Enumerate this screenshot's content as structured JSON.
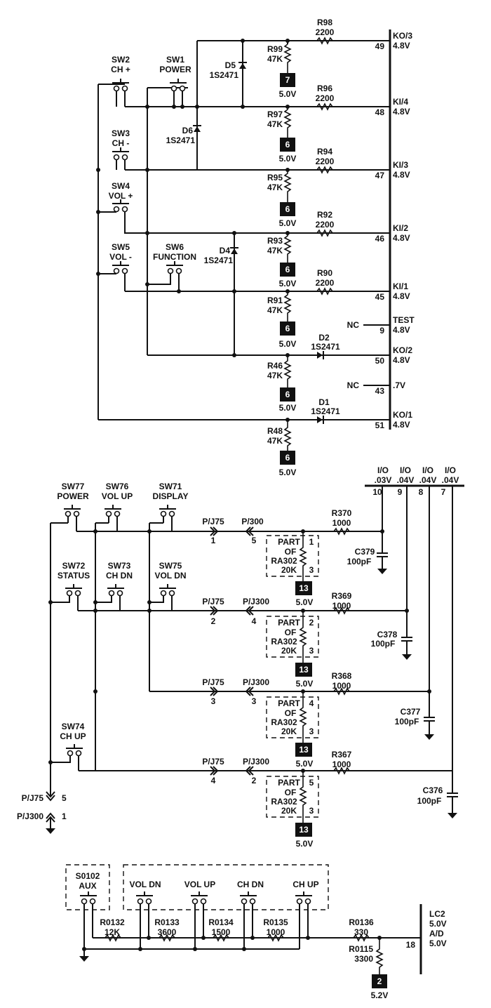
{
  "section1": {
    "switches": [
      {
        "ref": "SW2",
        "name": "CH +"
      },
      {
        "ref": "SW1",
        "name": "POWER"
      },
      {
        "ref": "SW3",
        "name": "CH -"
      },
      {
        "ref": "SW4",
        "name": "VOL +"
      },
      {
        "ref": "SW5",
        "name": "VOL -"
      },
      {
        "ref": "SW6",
        "name": "FUNCTION"
      }
    ],
    "diodes": [
      {
        "ref": "D5",
        "part": "1S2471"
      },
      {
        "ref": "D6",
        "part": "1S2471"
      },
      {
        "ref": "D4",
        "part": "1S2471"
      },
      {
        "ref": "D2",
        "part": "1S2471"
      },
      {
        "ref": "D1",
        "part": "1S2471"
      }
    ],
    "series_resistors": [
      {
        "ref": "R98",
        "value": "2200"
      },
      {
        "ref": "R96",
        "value": "2200"
      },
      {
        "ref": "R94",
        "value": "2200"
      },
      {
        "ref": "R92",
        "value": "2200"
      },
      {
        "ref": "R90",
        "value": "2200"
      }
    ],
    "pullups": [
      {
        "ref": "R99",
        "value": "47K",
        "node": "7",
        "volt": "5.0V"
      },
      {
        "ref": "R97",
        "value": "47K",
        "node": "6",
        "volt": "5.0V"
      },
      {
        "ref": "R95",
        "value": "47K",
        "node": "6",
        "volt": "5.0V"
      },
      {
        "ref": "R93",
        "value": "47K",
        "node": "6",
        "volt": "5.0V"
      },
      {
        "ref": "R91",
        "value": "47K",
        "node": "6",
        "volt": "5.0V"
      },
      {
        "ref": "R46",
        "value": "47K",
        "node": "6",
        "volt": "5.0V"
      },
      {
        "ref": "R48",
        "value": "47K",
        "node": "6",
        "volt": "5.0V"
      }
    ],
    "pins": [
      {
        "num": "49",
        "name": "KO/3",
        "volt": "4.8V"
      },
      {
        "num": "48",
        "name": "KI/4",
        "volt": "4.8V"
      },
      {
        "num": "47",
        "name": "KI/3",
        "volt": "4.8V"
      },
      {
        "num": "46",
        "name": "KI/2",
        "volt": "4.8V"
      },
      {
        "num": "45",
        "name": "KI/1",
        "volt": "4.8V"
      },
      {
        "num": "9",
        "name": "TEST",
        "volt": "4.8V"
      },
      {
        "num": "50",
        "name": "KO/2",
        "volt": "4.8V"
      },
      {
        "num": "43",
        "name": "",
        "volt": ".7V"
      },
      {
        "num": "51",
        "name": "KO/1",
        "volt": "4.8V"
      }
    ],
    "nc": "NC"
  },
  "section2": {
    "switches": [
      {
        "ref": "SW77",
        "name": "POWER"
      },
      {
        "ref": "SW76",
        "name": "VOL UP"
      },
      {
        "ref": "SW71",
        "name": "DISPLAY"
      },
      {
        "ref": "SW72",
        "name": "STATUS"
      },
      {
        "ref": "SW73",
        "name": "CH DN"
      },
      {
        "ref": "SW75",
        "name": "VOL DN"
      },
      {
        "ref": "SW74",
        "name": "CH UP"
      }
    ],
    "io_header": [
      {
        "name": "I/O",
        "volt": ".03V",
        "pin": "10"
      },
      {
        "name": "I/O",
        "volt": ".04V",
        "pin": "9"
      },
      {
        "name": "I/O",
        "volt": ".04V",
        "pin": "8"
      },
      {
        "name": "I/O",
        "volt": ".04V",
        "pin": "7"
      }
    ],
    "rows": [
      {
        "j75": "P/J75",
        "j75pin": "1",
        "j300": "P/300",
        "j300pin": "5",
        "res": "R370",
        "resval": "1000",
        "part": "PART",
        "of": "OF",
        "ra": "RA302",
        "raval": "20K",
        "pa": "1",
        "pb": "3",
        "node": "13",
        "volt": "5.0V",
        "cap": "C379",
        "capval": "100pF"
      },
      {
        "j75": "P/J75",
        "j75pin": "2",
        "j300": "P/J300",
        "j300pin": "4",
        "res": "R369",
        "resval": "1000",
        "part": "PART",
        "of": "OF",
        "ra": "RA302",
        "raval": "20K",
        "pa": "2",
        "pb": "3",
        "node": "13",
        "volt": "5.0V",
        "cap": "C378",
        "capval": "100pF"
      },
      {
        "j75": "P/J75",
        "j75pin": "3",
        "j300": "P/J300",
        "j300pin": "3",
        "res": "R368",
        "resval": "1000",
        "part": "PART",
        "of": "OF",
        "ra": "RA302",
        "raval": "20K",
        "pa": "4",
        "pb": "3",
        "node": "13",
        "volt": "5.0V",
        "cap": "C377",
        "capval": "100pF"
      },
      {
        "j75": "P/J75",
        "j75pin": "4",
        "j300": "P/J300",
        "j300pin": "2",
        "res": "R367",
        "resval": "1000",
        "part": "PART",
        "of": "OF",
        "ra": "RA302",
        "raval": "20K",
        "pa": "5",
        "pb": "3",
        "node": "13",
        "volt": "5.0V",
        "cap": "C376",
        "capval": "100pF"
      }
    ],
    "ground_j75": {
      "name": "P/J75",
      "pin": "5"
    },
    "ground_j300": {
      "name": "P/J300",
      "pin": "1"
    }
  },
  "section3": {
    "aux": {
      "ref": "S0102",
      "name": "AUX"
    },
    "switches": [
      "VOL DN",
      "VOL UP",
      "CH DN",
      "CH UP"
    ],
    "ladder": [
      {
        "ref": "R0132",
        "value": "12K"
      },
      {
        "ref": "R0133",
        "value": "3600"
      },
      {
        "ref": "R0134",
        "value": "1500"
      },
      {
        "ref": "R0135",
        "value": "1000"
      }
    ],
    "r0136": {
      "ref": "R0136",
      "value": "330"
    },
    "r0115": {
      "ref": "R0115",
      "value": "3300"
    },
    "pin": {
      "num": "18",
      "l1": "LC2",
      "l2": "5.0V",
      "l3": "A/D",
      "l4": "5.0V"
    },
    "node": {
      "num": "2",
      "volt": "5.2V"
    }
  }
}
